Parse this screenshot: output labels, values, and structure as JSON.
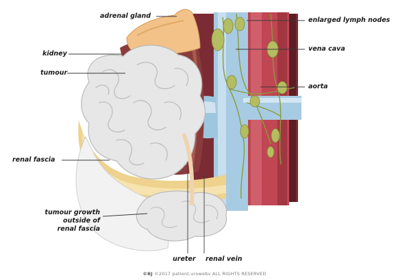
{
  "labels": {
    "adrenal_gland": "adrenal gland",
    "kidney": "kidney",
    "tumour": "tumour",
    "renal_fascia": "renal fascia",
    "tumour_growth": [
      "tumour growth",
      "outside of",
      "renal fascia"
    ],
    "ureter": "ureter",
    "renal_vein": "renal vein",
    "enlarged_lymph_nodes": "enlarged lymph nodes",
    "vena_cava": "vena cava",
    "aorta": "aorta"
  },
  "credit": {
    "logo": "©BJ",
    "text": "©2017 patient.urowebv ALL RIGHTS RESERVED"
  },
  "colors": {
    "tumour": "#e6e6e6",
    "fat": "#f0d79b",
    "adrenal": "#f2c188",
    "vena_cava": "#a9cde4",
    "aorta": "#b8404a",
    "muscle": "#7a2a30",
    "lymph": "#b9c06a",
    "leader": "#3a3a3a"
  }
}
